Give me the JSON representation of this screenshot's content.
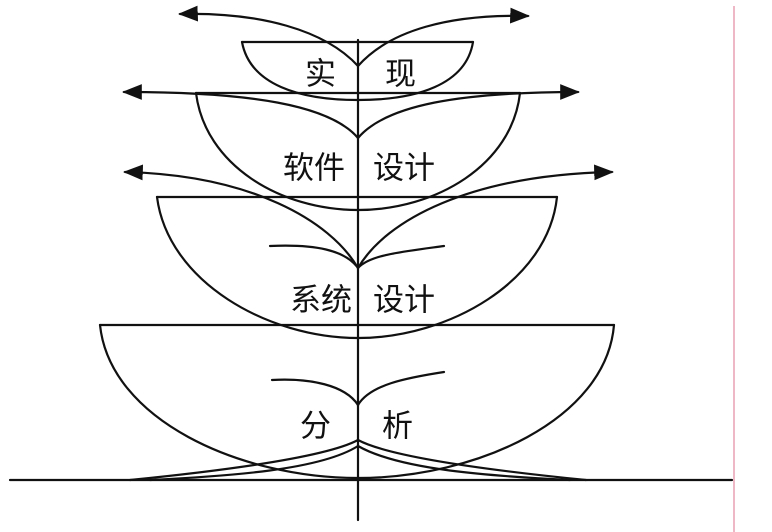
{
  "layers": [
    {
      "id": "implementation",
      "left": "实",
      "right": "现"
    },
    {
      "id": "software-design",
      "left": "软件",
      "right": "设计"
    },
    {
      "id": "system-design",
      "left": "系统",
      "right": "设计"
    },
    {
      "id": "analysis",
      "left": "分",
      "right": "析"
    }
  ],
  "colors": {
    "ink": "#111111",
    "border_right": "#e8a0b4",
    "background": "#ffffff"
  }
}
